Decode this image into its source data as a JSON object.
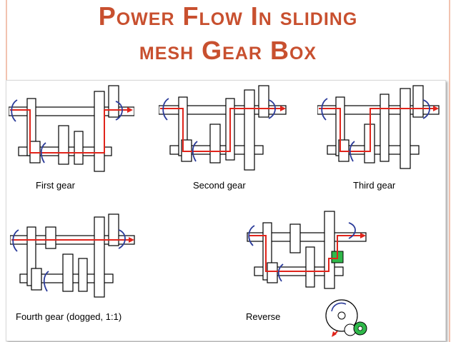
{
  "slide": {
    "title_line1": "Power Flow In sliding",
    "title_line2": "mesh Gear Box"
  },
  "diagrams": [
    {
      "id": "first",
      "caption": "First gear"
    },
    {
      "id": "second",
      "caption": "Second gear"
    },
    {
      "id": "third",
      "caption": "Third gear"
    },
    {
      "id": "fourth",
      "caption": "Fourth gear (dogged, 1:1)"
    },
    {
      "id": "reverse",
      "caption": "Reverse"
    }
  ],
  "colors": {
    "title": "#c8502f",
    "power_flow": "#e0241b",
    "rotation_arrow": "#2b3b9a",
    "reverse_idler": "#2fb84a"
  }
}
